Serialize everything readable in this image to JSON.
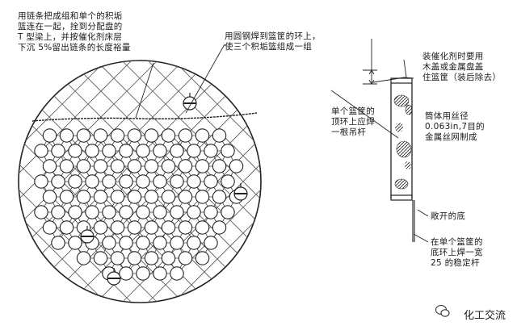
{
  "labels": {
    "top_left": "用链条把成组和单个的积垢\n篮连在一起，拴到分配盘的\nT 型梁上，并按催化剂床层\n下沉 5%留出链条的长度裕量",
    "top_center": "用圆钢焊到篮筐的环上，\n使三个积垢篮组成一组",
    "right_top": "装催化剂时要用\n木盖或金属盘盖\n住篮筐（装后除去）",
    "right_mid": "筒体用丝径\n0.063in,7目的\n金属丝网制成",
    "left_mid": "单个篮筐的\n顶环上应焊\n一根吊杆",
    "open_bottom": "敞开的底",
    "bottom_right": "在单个篮筐的\n底环上焊一宽\n25 的稳定杆"
  },
  "watermark": "化工交流",
  "colors": {
    "ink": "#1a1a1a",
    "bg": "#ffffff"
  }
}
